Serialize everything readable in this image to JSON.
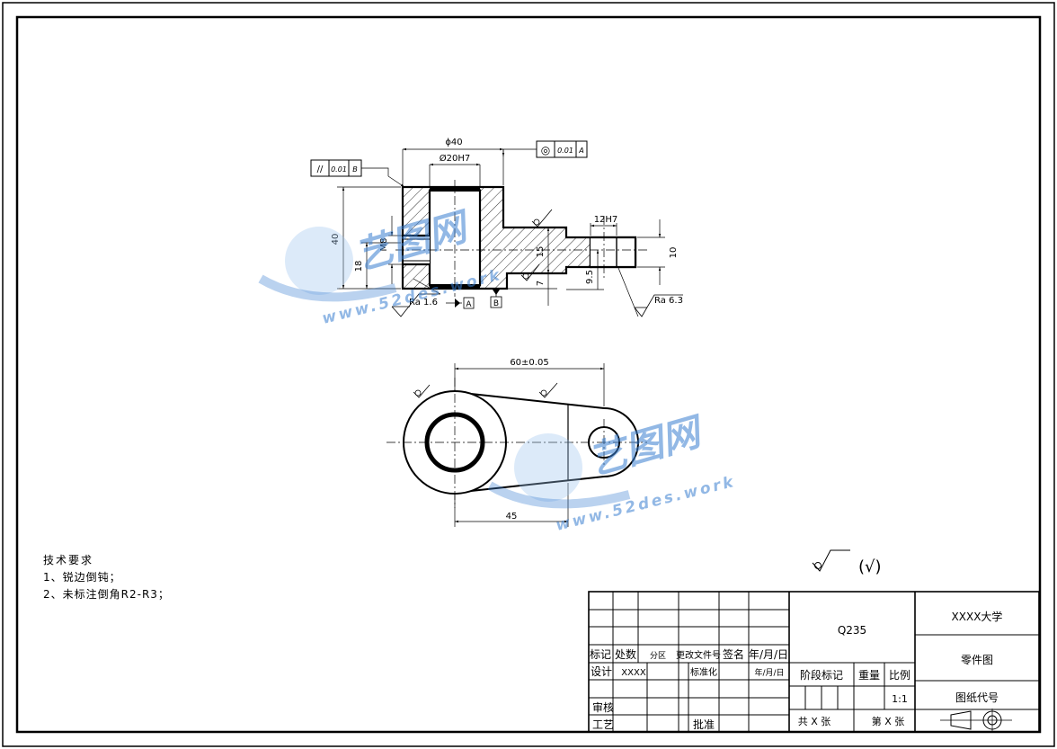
{
  "watermark": {
    "name": "艺图网",
    "url": "www.52des.work"
  },
  "front_view": {
    "dim_phi40": "ϕ40",
    "dim_phi20h7": "Ø20H7",
    "dim_40": "40",
    "dim_18": "18",
    "dim_m8": "M8",
    "dim_15": "15",
    "dim_7": "7",
    "dim_9_5": "9.5",
    "dim_12h7": "12H7",
    "dim_10": "10",
    "roughness_left": "Ra 1.6",
    "roughness_right": "Ra 6.3",
    "datum_a": "A",
    "datum_b": "B",
    "parallel_tol": {
      "symbol": "//",
      "value": "0.01",
      "datum": "B"
    },
    "concentric_tol": {
      "symbol": "◎",
      "value": "0.01",
      "datum": "A"
    }
  },
  "top_view": {
    "dim_60": "60±0.05",
    "dim_45": "45"
  },
  "tech_requirements": {
    "title": "技术要求",
    "items": [
      "1、锐边倒钝；",
      "2、未标注倒角R2-R3；"
    ]
  },
  "surface_note": "(√)",
  "title_block": {
    "material": "Q235",
    "school": "XXXX大学",
    "part_name": "零件图",
    "drawing_no_label": "图纸代号",
    "revision_headers": [
      "标记",
      "处数",
      "分区",
      "更改文件号",
      "签名",
      "年/月/日"
    ],
    "design_label": "设计",
    "design_name": "XXXX",
    "standard_label": "标准化",
    "date_label": "年/月/日",
    "review_label": "审核",
    "process_label": "工艺",
    "approve_label": "批准",
    "stage_label": "阶段标记",
    "weight_label": "重量",
    "scale_label": "比例",
    "scale_value": "1:1",
    "total_sheets": "共 X 张",
    "sheet_no": "第 X 张"
  }
}
